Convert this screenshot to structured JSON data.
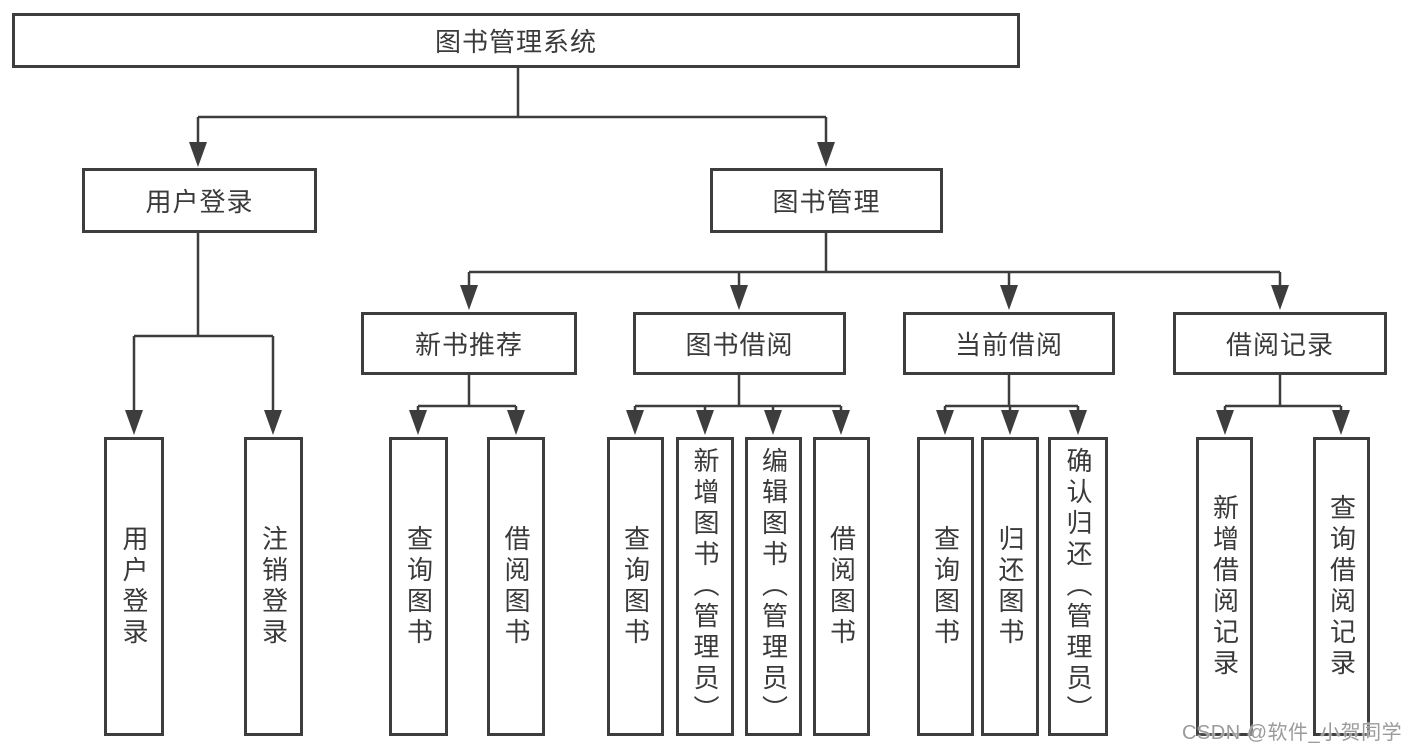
{
  "diagram": {
    "type": "tree",
    "root": {
      "label": "图书管理系统"
    },
    "level2": [
      {
        "label": "用户登录",
        "parent": "图书管理系统"
      },
      {
        "label": "图书管理",
        "parent": "图书管理系统"
      }
    ],
    "level3": [
      {
        "label": "新书推荐",
        "parent": "图书管理"
      },
      {
        "label": "图书借阅",
        "parent": "图书管理"
      },
      {
        "label": "当前借阅",
        "parent": "图书管理"
      },
      {
        "label": "借阅记录",
        "parent": "图书管理"
      }
    ],
    "leaves": [
      {
        "label": "用户登录",
        "parent": "用户登录"
      },
      {
        "label": "注销登录",
        "parent": "用户登录"
      },
      {
        "label": "查询图书",
        "parent": "新书推荐"
      },
      {
        "label": "借阅图书",
        "parent": "新书推荐"
      },
      {
        "label": "查询图书",
        "parent": "图书借阅"
      },
      {
        "label": "新增图书（管理员）",
        "parent": "图书借阅"
      },
      {
        "label": "编辑图书（管理员）",
        "parent": "图书借阅"
      },
      {
        "label": "借阅图书",
        "parent": "图书借阅"
      },
      {
        "label": "查询图书",
        "parent": "当前借阅"
      },
      {
        "label": "归还图书",
        "parent": "当前借阅"
      },
      {
        "label": "确认归还（管理员）",
        "parent": "当前借阅"
      },
      {
        "label": "新增借阅记录",
        "parent": "借阅记录"
      },
      {
        "label": "查询借阅记录",
        "parent": "借阅记录"
      }
    ]
  },
  "watermark": {
    "text": "CSDN @软件_小贺同学"
  },
  "colors": {
    "line": "#3d3d3d",
    "text": "#3a3a3a",
    "background": "#ffffff",
    "watermark": "#9b9b9b"
  }
}
